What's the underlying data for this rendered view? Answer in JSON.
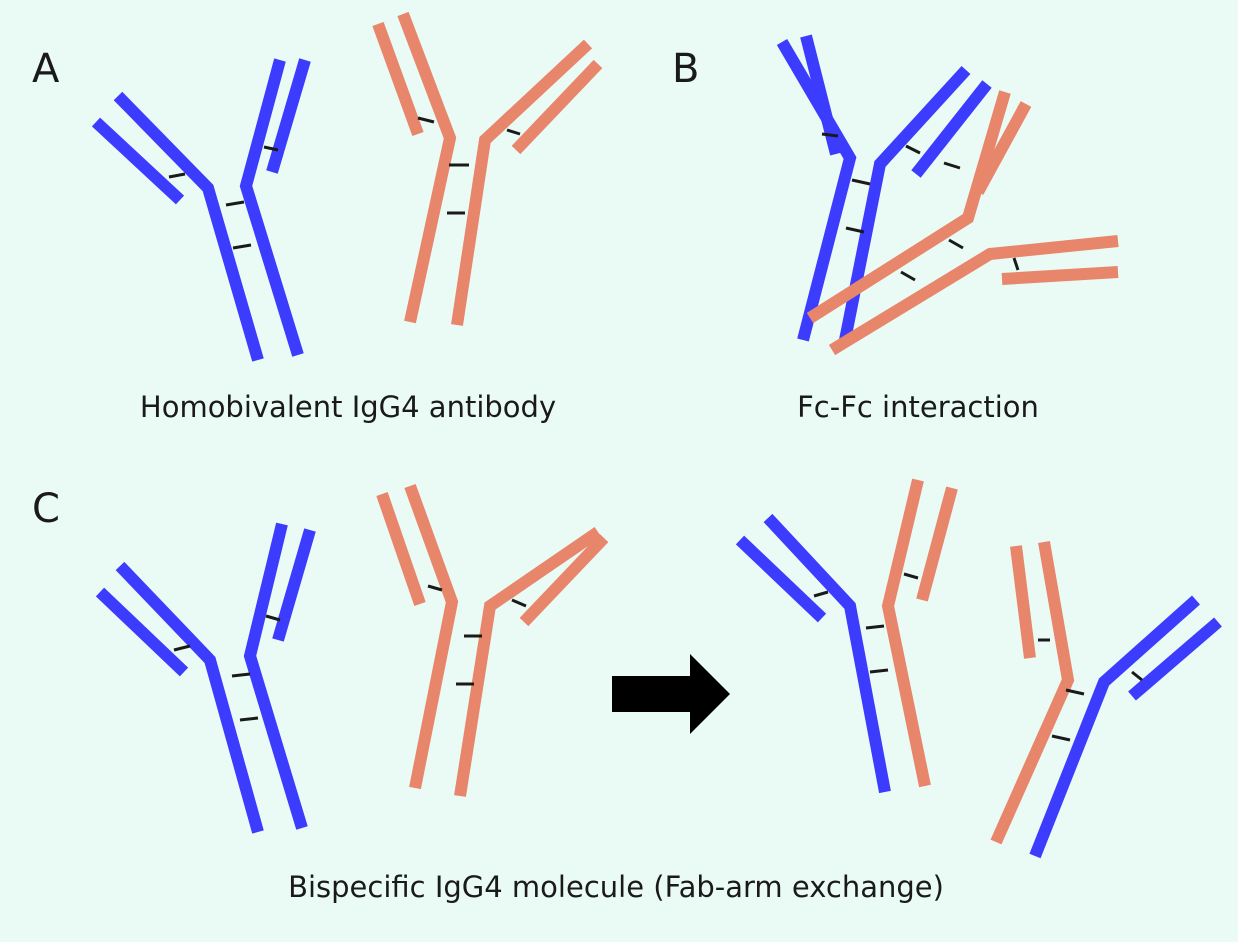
{
  "panels": {
    "a": {
      "letter": "A",
      "caption": "Homobivalent IgG4 antibody"
    },
    "b": {
      "letter": "B",
      "caption": "Fc-Fc interaction"
    },
    "c": {
      "letter": "C",
      "caption": "Bispecific IgG4 molecule (Fab-arm exchange)"
    }
  },
  "colors": {
    "background": "#eafbf6",
    "blue_chain": "#3c3cff",
    "orange_chain": "#e8866c",
    "disulfide": "#1a1a1a",
    "arrow": "#000000"
  }
}
